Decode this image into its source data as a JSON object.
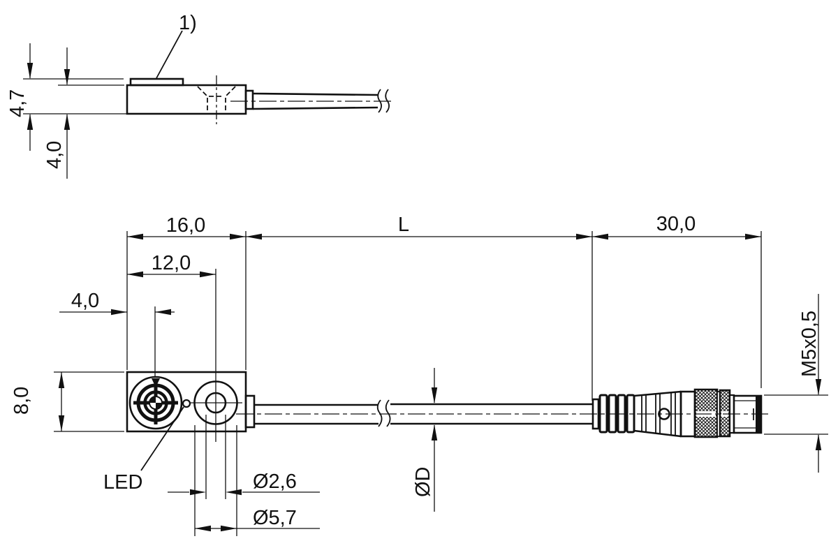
{
  "side_view": {
    "note": "1)",
    "height_overall": "4,7",
    "height_body": "4,0"
  },
  "front_view": {
    "body_length": "16,0",
    "hole_offset": "12,0",
    "active_face_offset": "4,0",
    "body_width": "8,0",
    "cable_length": "L",
    "connector_length": "30,0",
    "thread": "M5x0,5",
    "led_label": "LED",
    "bore_diameter": "Ø2,6",
    "counterbore_diameter": "Ø5,7",
    "cable_diameter": "ØD"
  },
  "colors": {
    "line": "#111111",
    "background": "#ffffff"
  }
}
